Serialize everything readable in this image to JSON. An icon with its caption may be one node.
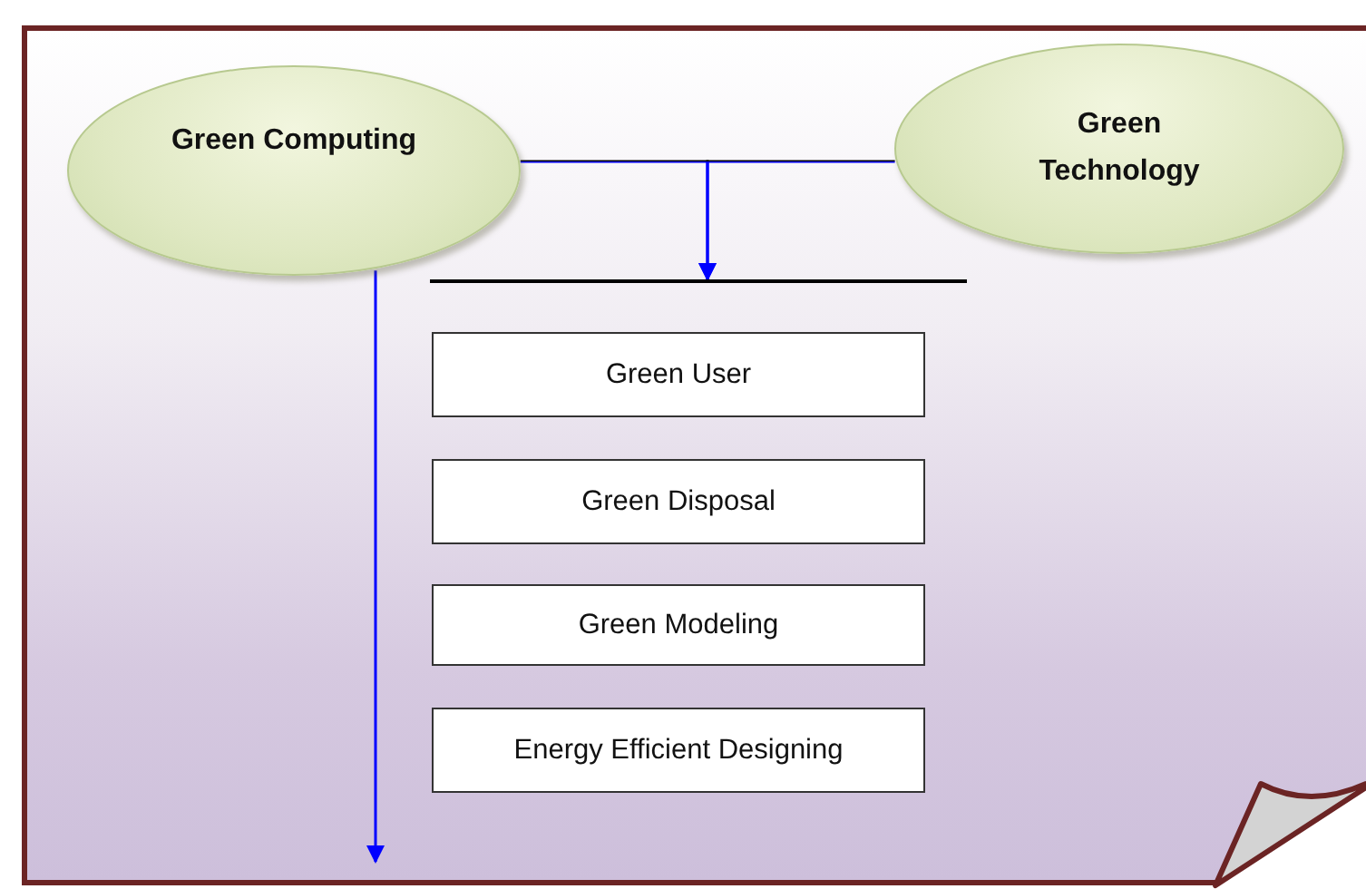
{
  "diagram": {
    "nodes": [
      {
        "text": [
          "Green Computing"
        ]
      },
      {
        "text": [
          "Green Technology"
        ]
      },
      {
        "text": [
          "Green User"
        ]
      },
      {
        "text": [
          "Green Disposal"
        ]
      },
      {
        "text": [
          "Green Modeling"
        ]
      },
      {
        "text": [
          "Energy Efficient Designing"
        ]
      },
      {
        "text": [],
        "shape": "bar"
      }
    ],
    "edges": [
      {
        "from": 0,
        "to": 6,
        "arrow": "to",
        "color": "#0000ff"
      },
      {
        "from": 1,
        "to": 6,
        "arrow": "to",
        "color": "#0000ff"
      },
      {
        "from": 0,
        "to": null,
        "arrow": "to",
        "color": "#0000ff"
      }
    ]
  }
}
